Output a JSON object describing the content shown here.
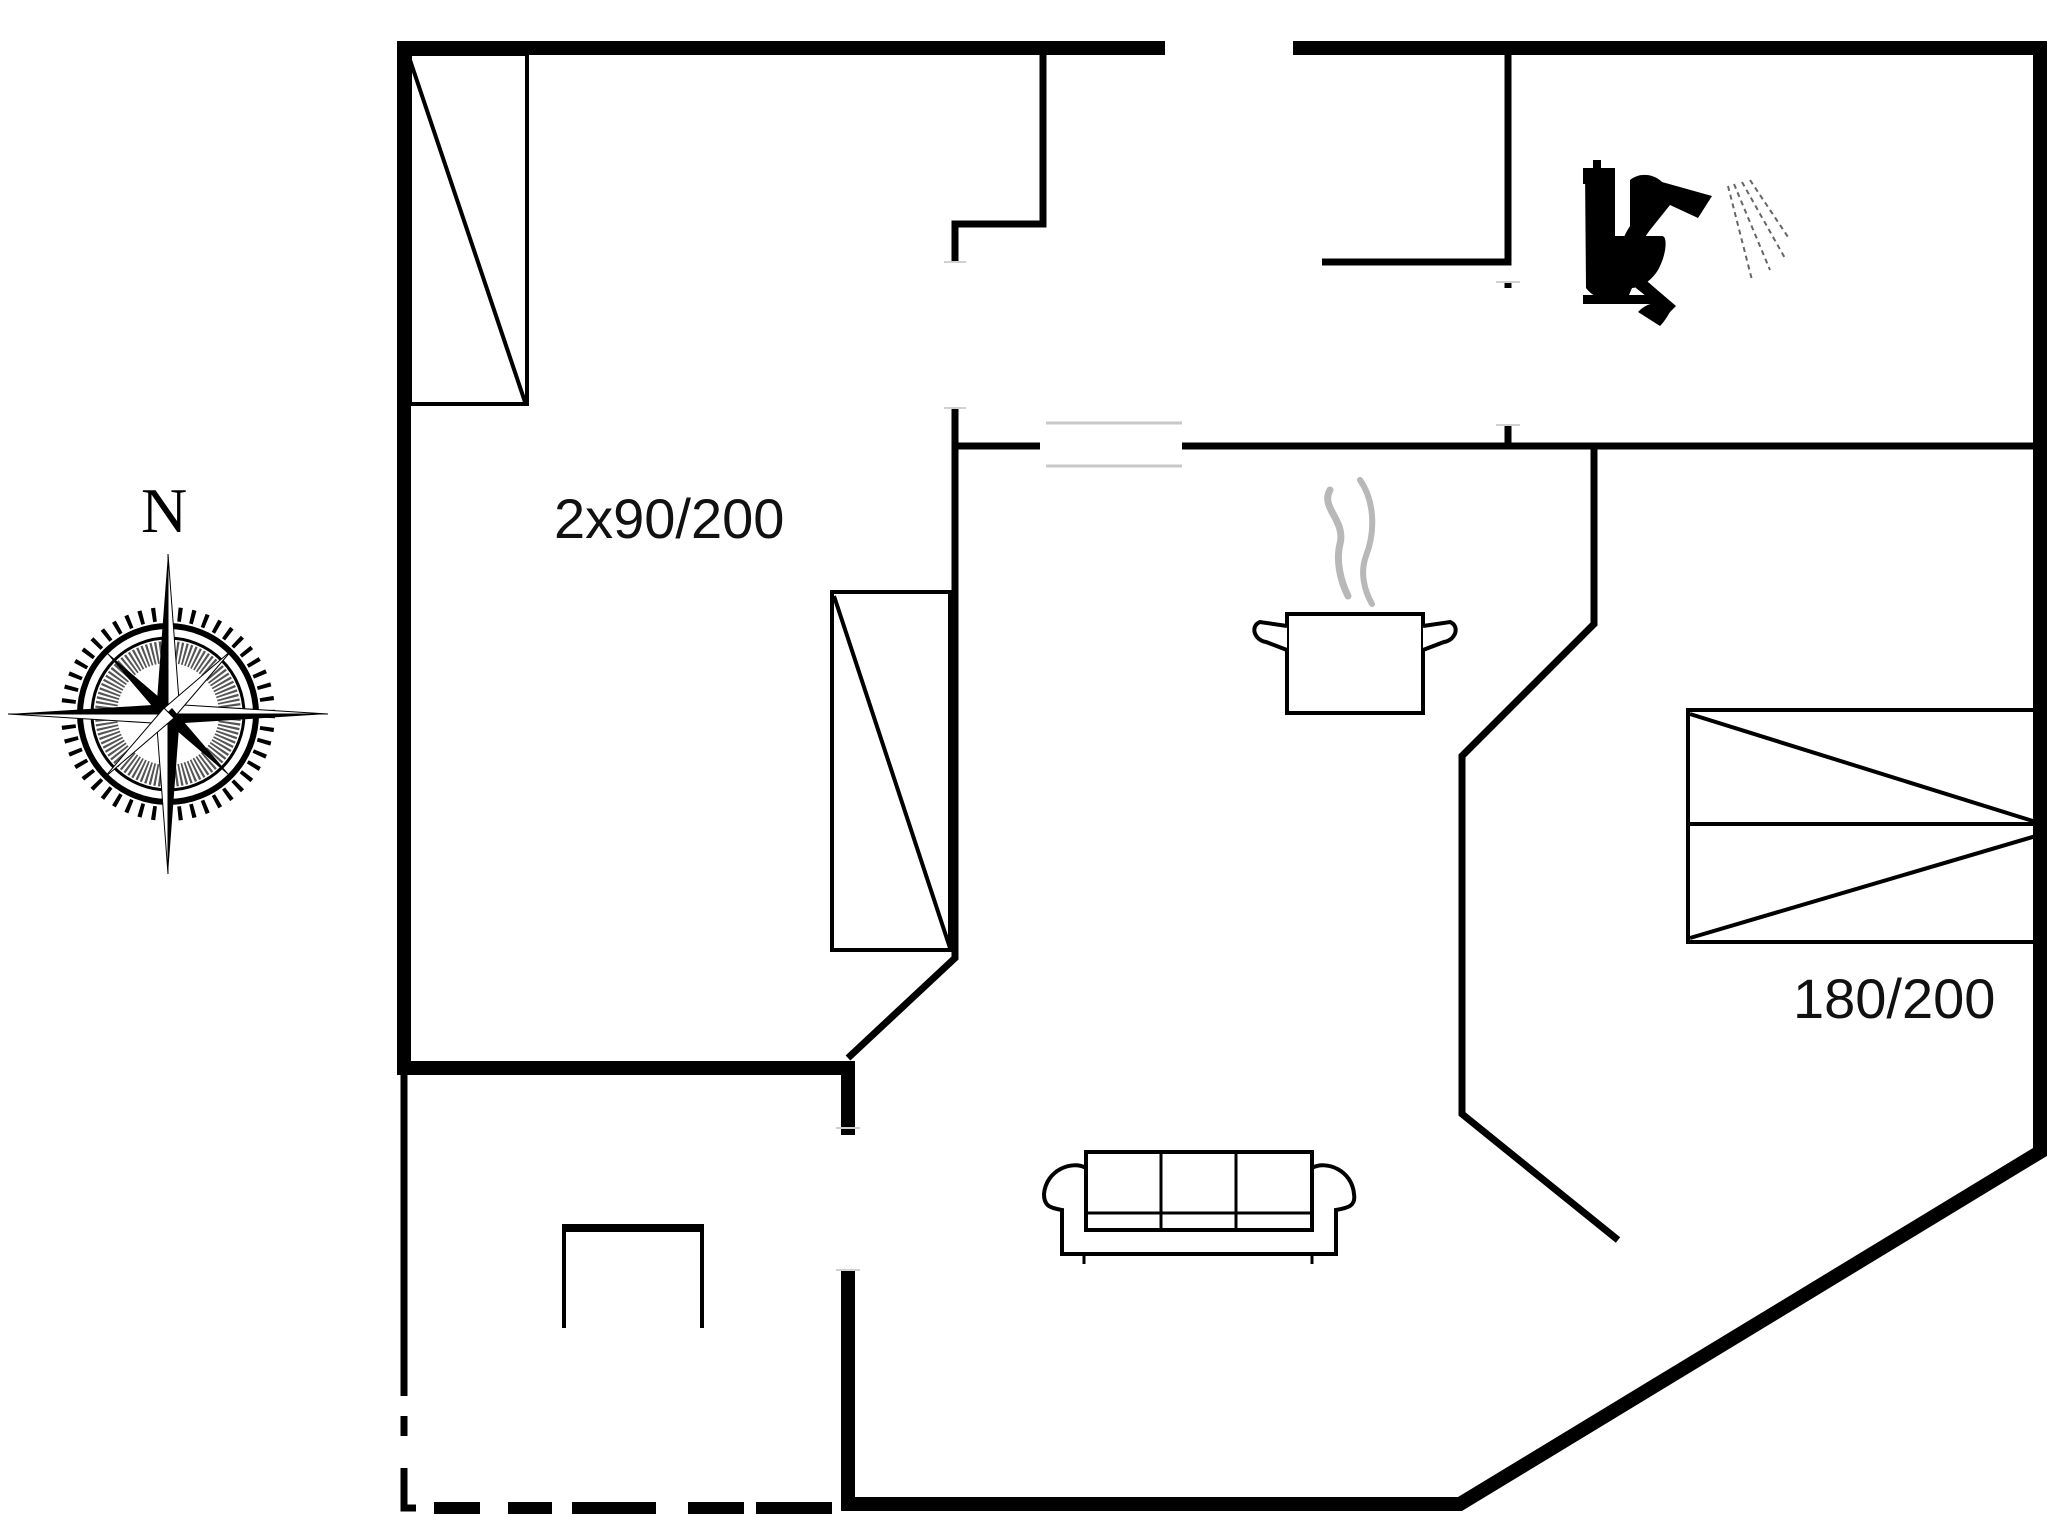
{
  "diagram": {
    "type": "floor-plan",
    "colors": {
      "wall": "#000000",
      "background": "#ffffff",
      "steam": "#b8b8b8",
      "window": "#c8c8c8"
    },
    "compass": {
      "north_label": "N"
    },
    "rooms": [
      {
        "id": "bedroom-1",
        "bed_label": "2x90/200"
      },
      {
        "id": "bedroom-2",
        "bed_label": "180/200"
      },
      {
        "id": "bathroom",
        "fixtures": [
          "shower-icon",
          "toilet-icon"
        ]
      },
      {
        "id": "kitchen",
        "fixtures": [
          "cooking-pot-icon"
        ]
      },
      {
        "id": "living-room",
        "fixtures": [
          "sofa-icon"
        ]
      },
      {
        "id": "entrance-terrace"
      }
    ],
    "labels": {
      "bedroom_1_beds": "2x90/200",
      "bedroom_2_beds": "180/200",
      "north": "N"
    }
  }
}
